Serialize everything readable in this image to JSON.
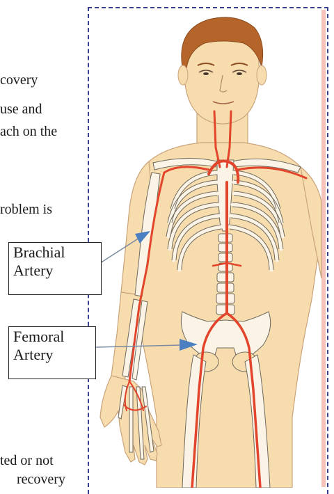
{
  "left_text": {
    "line1": "covery",
    "line2": "use and",
    "line3": "ach on the",
    "line4": "roblem is",
    "line5": "ted or not",
    "line6": "recovery"
  },
  "labels": {
    "brachial": [
      "Brachial",
      "Artery"
    ],
    "femoral": [
      "Femoral",
      "Artery"
    ]
  },
  "colors": {
    "frame": "#3a3f8f",
    "artery": "#e2452b",
    "skin": "#f7dcae",
    "bone": "#fbf4e6",
    "bone_outline": "#6f6a5e",
    "hair": "#b5652a",
    "arrow": "#4b7fc1",
    "edge_pink": "#f6b0a8"
  }
}
